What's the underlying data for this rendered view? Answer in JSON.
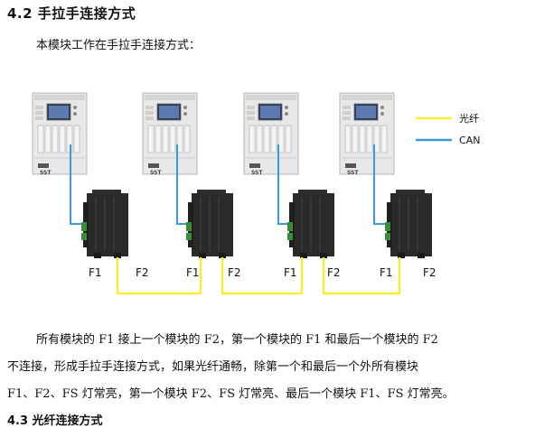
{
  "section": {
    "heading": "4.2 手拉手连接方式",
    "intro": "本模块工作在手拉手连接方式：",
    "paragraph_lines": [
      "所有模块的 F1 接上一个模块的 F2，第一个模块的 F1 和最后一个模块的 F2",
      "不连接，形成手拉手连接方式，如果光纤通畅，除第一个和最后一个外所有模块",
      "F1、F2、FS 灯常亮，第一个模块 F2、FS 灯常亮、最后一个模块 F1、FS 灯常亮。"
    ],
    "next_heading_partial": "4.3 光纤连接方式"
  },
  "diagram": {
    "legend": [
      {
        "label": "光纤",
        "color": "#f2ee3a"
      },
      {
        "label": "CAN",
        "color": "#3a9ad9"
      }
    ],
    "ports": [
      "F1",
      "F2"
    ],
    "device_brand": "SST",
    "colors": {
      "fiber": "#f2ee3a",
      "can": "#3a9ad9",
      "cabinet": "#e7e7e7",
      "module": "#2a2a2a"
    }
  }
}
